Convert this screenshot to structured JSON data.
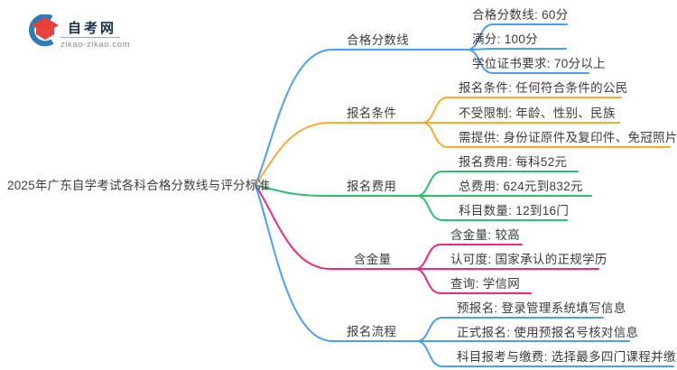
{
  "logo": {
    "title": "自考网",
    "domain": "zikao-zikao.com",
    "icon": "graduation-cap-icon",
    "crescent_color": "#2b7cb9",
    "cap_color": "#e6403a"
  },
  "central_topic": "2025年广东自学考试各科合格分数线与评分标准",
  "colors": {
    "blue": "#4a9ef5",
    "orange": "#fbab2e",
    "green": "#2ebe70",
    "pink": "#f5267c",
    "text": "#3b3b3b"
  },
  "branches": [
    {
      "label": "合格分数线",
      "color": "#4a9ef5",
      "children": [
        "合格分数线: 60分",
        "满分: 100分",
        "学位证书要求: 70分以上"
      ]
    },
    {
      "label": "报名条件",
      "color": "#fbab2e",
      "children": [
        "报名条件: 任何符合条件的公民",
        "不受限制: 年龄、性别、民族",
        "需提供: 身份证原件及复印件、免冠照片"
      ]
    },
    {
      "label": "报名费用",
      "color": "#2ebe70",
      "children": [
        "报名费用: 每科52元",
        "总费用: 624元到832元",
        "科目数量: 12到16门"
      ]
    },
    {
      "label": "含金量",
      "color": "#f5267c",
      "children": [
        "含金量: 较高",
        "认可度: 国家承认的正规学历",
        "查询: 学信网"
      ]
    },
    {
      "label": "报名流程",
      "color": "#4a9ef5",
      "children": [
        "预报名: 登录管理系统填写信息",
        "正式报名: 使用预报名号核对信息",
        "科目报考与缴费: 选择最多四门课程并缴费"
      ]
    }
  ]
}
